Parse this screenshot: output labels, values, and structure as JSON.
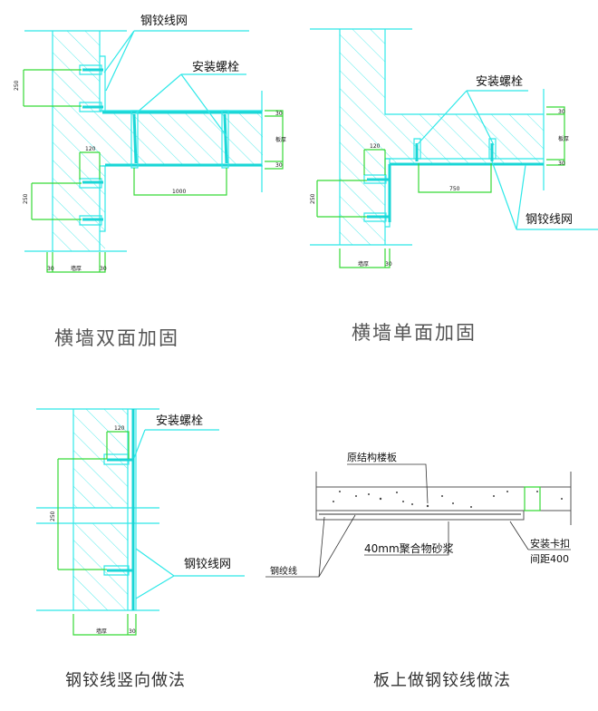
{
  "panels": [
    {
      "caption": "横墙双面加固",
      "mesh_label": "钢铰线网",
      "bolt_label": "安装螺栓",
      "dims": {
        "spacing_upper": "250",
        "spacing_lower": "250",
        "anchor": "120",
        "bolt_spacing": "1000",
        "layer_left": "30",
        "layer_right": "30",
        "wall": "墙厚",
        "slab": "板厚",
        "slab_top": "30",
        "slab_bottom": "30"
      }
    },
    {
      "caption": "横墙单面加固",
      "mesh_label": "钢铰线网",
      "bolt_label": "安装螺栓",
      "dims": {
        "spacing": "250",
        "anchor": "120",
        "bolt_spacing": "750",
        "layer": "30",
        "wall": "墙厚",
        "slab": "板厚",
        "slab_top": "30",
        "slab_bottom": "30"
      }
    },
    {
      "caption": "钢铰线竖向做法",
      "mesh_label": "钢铰线网",
      "bolt_label": "安装螺栓",
      "dims": {
        "spacing": "250",
        "anchor": "120",
        "wall": "墙厚",
        "layer": "30"
      }
    },
    {
      "caption": "板上做钢铰线做法",
      "slab_label": "原结构楼板",
      "mortar_label": "40mm聚合物砂浆",
      "clip_label": "安装卡扣",
      "clip_spacing": "间距400",
      "strand_label": "钢绞线"
    }
  ],
  "colors": {
    "structure": "#2fe8e8",
    "dimension": "#36d936"
  }
}
